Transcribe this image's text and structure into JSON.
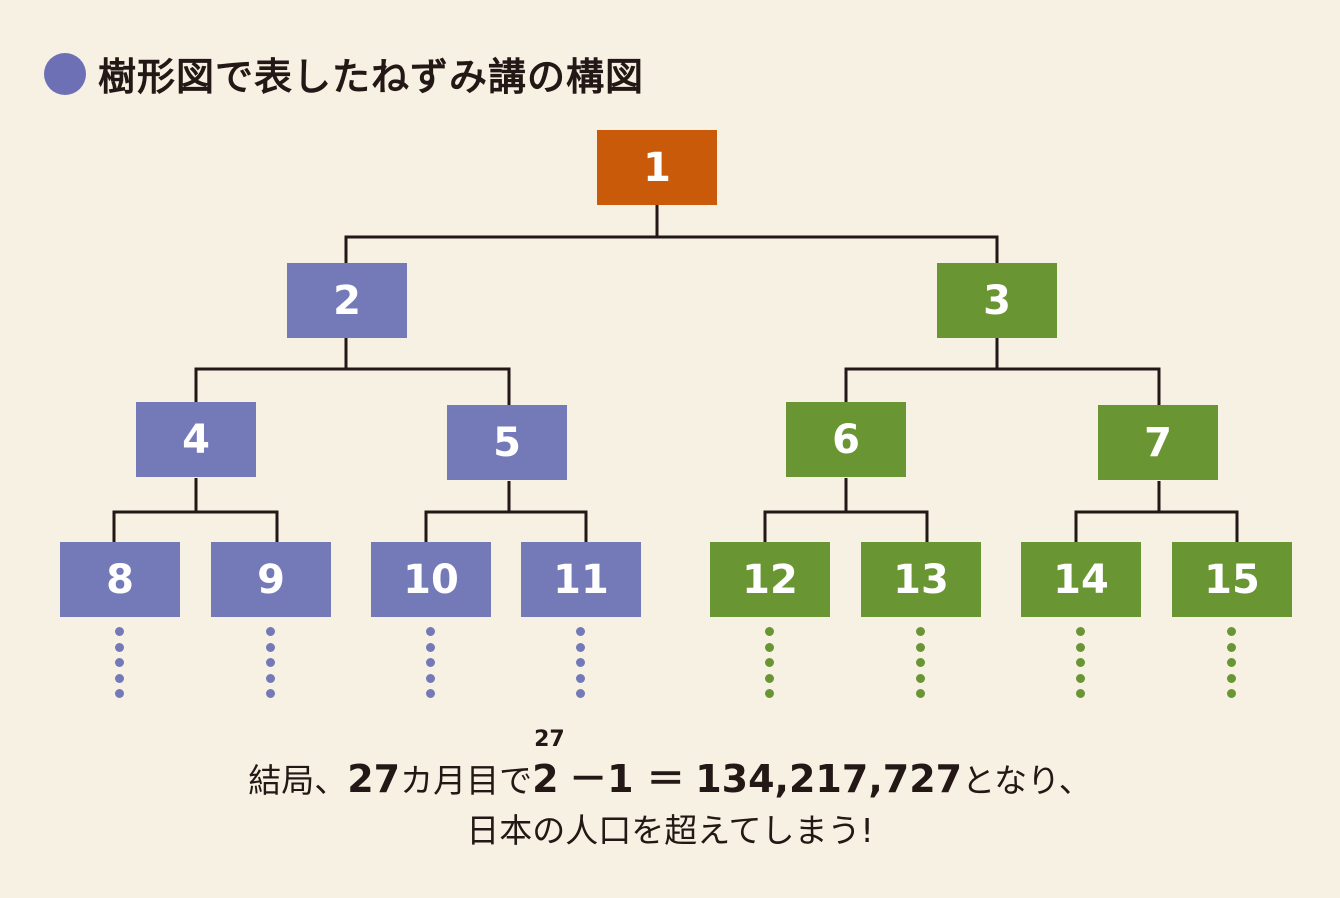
{
  "title": "樹形図で表したねずみ講の構図",
  "colors": {
    "root": "#c85a0a",
    "left": "#7479b8",
    "right": "#699533",
    "line": "#231815",
    "bullet": "#6d70b4"
  },
  "nodes": [
    {
      "label": "1",
      "group": "root"
    },
    {
      "label": "2",
      "group": "left"
    },
    {
      "label": "3",
      "group": "right"
    },
    {
      "label": "4",
      "group": "left"
    },
    {
      "label": "5",
      "group": "left"
    },
    {
      "label": "6",
      "group": "right"
    },
    {
      "label": "7",
      "group": "right"
    },
    {
      "label": "8",
      "group": "left"
    },
    {
      "label": "9",
      "group": "left"
    },
    {
      "label": "10",
      "group": "left"
    },
    {
      "label": "11",
      "group": "left"
    },
    {
      "label": "12",
      "group": "right"
    },
    {
      "label": "13",
      "group": "right"
    },
    {
      "label": "14",
      "group": "right"
    },
    {
      "label": "15",
      "group": "right"
    }
  ],
  "caption": {
    "prefix": "結局、",
    "months": "27",
    "months_suffix": "カ月目で",
    "base": "2",
    "exponent": "27",
    "minus_one": "－1 ＝",
    "result": "134,217,727",
    "suffix": "となり、",
    "line2": "日本の人口を超えてしまう!"
  }
}
